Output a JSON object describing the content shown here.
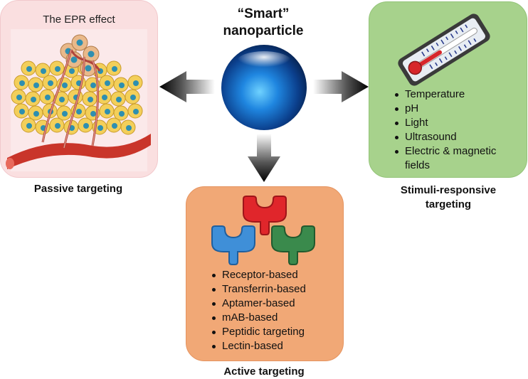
{
  "nanoparticle": {
    "title_line1": "“Smart”",
    "title_line2": "nanoparticle"
  },
  "passive": {
    "panel_title": "The EPR effect",
    "caption": "Passive targeting"
  },
  "stimuli": {
    "items": [
      "Temperature",
      "pH",
      "Light",
      "Ultrasound",
      "Electric & magnetic fields"
    ],
    "caption_line1": "Stimuli-responsive",
    "caption_line2": "targeting"
  },
  "active": {
    "items": [
      "Receptor-based",
      "Transferrin-based",
      "Aptamer-based",
      "mAB-based",
      "Peptidic targeting",
      "Lectin-based"
    ],
    "caption": "Active targeting"
  },
  "colors": {
    "passive_bg": "#fadfe0",
    "stimuli_bg": "#a7d28c",
    "active_bg": "#f1a876",
    "nanoparticle": "#1b6fd1",
    "receptor_red": "#e0262b",
    "receptor_blue": "#3f8fd8",
    "receptor_green": "#3a8a4c"
  },
  "icons": [
    "epr-tissue-icon",
    "nanoparticle-sphere-icon",
    "thermometer-icon",
    "receptor-icon"
  ]
}
